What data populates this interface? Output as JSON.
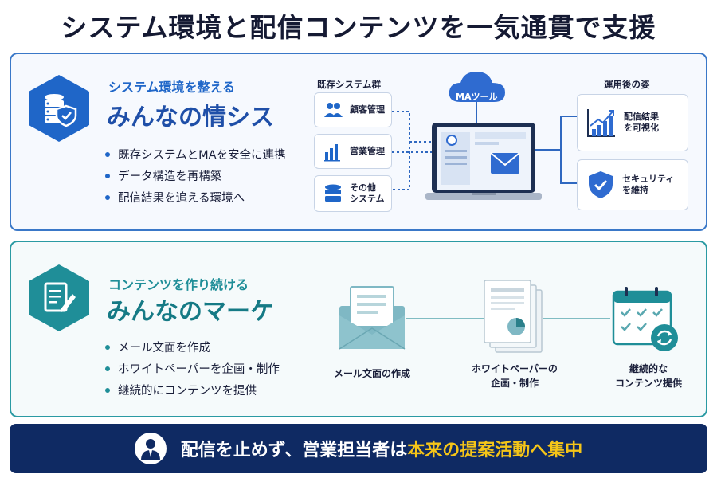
{
  "title": "システム環境と配信コンテンツを一気通貫で支援",
  "system_panel": {
    "subtitle": "システム環境を整える",
    "title": "みんなの情シス",
    "bullets": [
      "既存システムとMAを安全に連携",
      "データ構造を再構築",
      "配信結果を追える環境へ"
    ],
    "existing_label": "既存システム群",
    "existing_systems": [
      "顧客管理",
      "営業管理",
      "その他\nシステム"
    ],
    "ma_tool_label": "MAツール",
    "after_label": "運用後の姿",
    "outcomes": [
      "配信結果\nを可視化",
      "セキュリティ\nを維持"
    ],
    "accent_color": "#1f66c8"
  },
  "marketing_panel": {
    "subtitle": "コンテンツを作り続ける",
    "title": "みんなのマーケ",
    "bullets": [
      "メール文面を作成",
      "ホワイトペーパーを企画・制作",
      "継続的にコンテンツを提供"
    ],
    "steps": [
      "メール文面の作成",
      "ホワイトペーパーの\n企画・制作",
      "継続的な\nコンテンツ提供"
    ],
    "accent_color": "#1f8e98"
  },
  "footer": {
    "text_part1": "配信を止めず、営業担当者は",
    "text_highlight": "本来の提案活動へ集中",
    "highlight_color": "#f5c518",
    "background_color": "#0f2a63"
  }
}
